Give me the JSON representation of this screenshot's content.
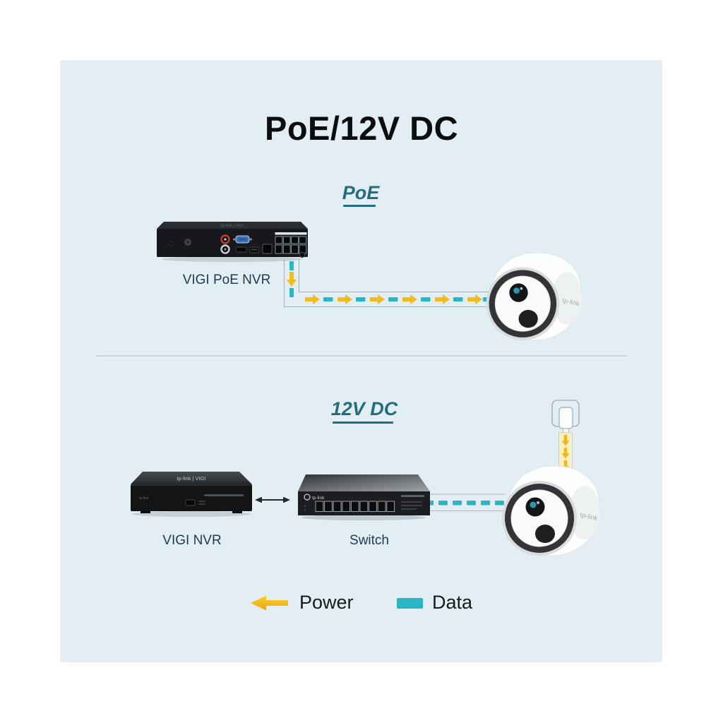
{
  "title": "PoE/12V DC",
  "sections": {
    "poe": {
      "heading": "PoE",
      "nvr_label": "VIGI PoE NVR"
    },
    "dc": {
      "heading": "12V DC",
      "nvr_label": "VIGI NVR",
      "switch_label": "Switch"
    }
  },
  "legend": {
    "power_label": "Power",
    "data_label": "Data"
  },
  "branding": {
    "tplink": "tp-link",
    "vigi": "VIGI",
    "nvr_top_logo": "tp-link | VIGI"
  },
  "colors": {
    "panel_background": "#e2eef3",
    "power_yellow": "#f2bc1c",
    "power_band_fill": "#f8efc2",
    "data_teal": "#2ab6c4",
    "heading_teal": "#256d7a",
    "label_navy": "#1f3a50",
    "divider_gray": "#cdd2d5"
  }
}
